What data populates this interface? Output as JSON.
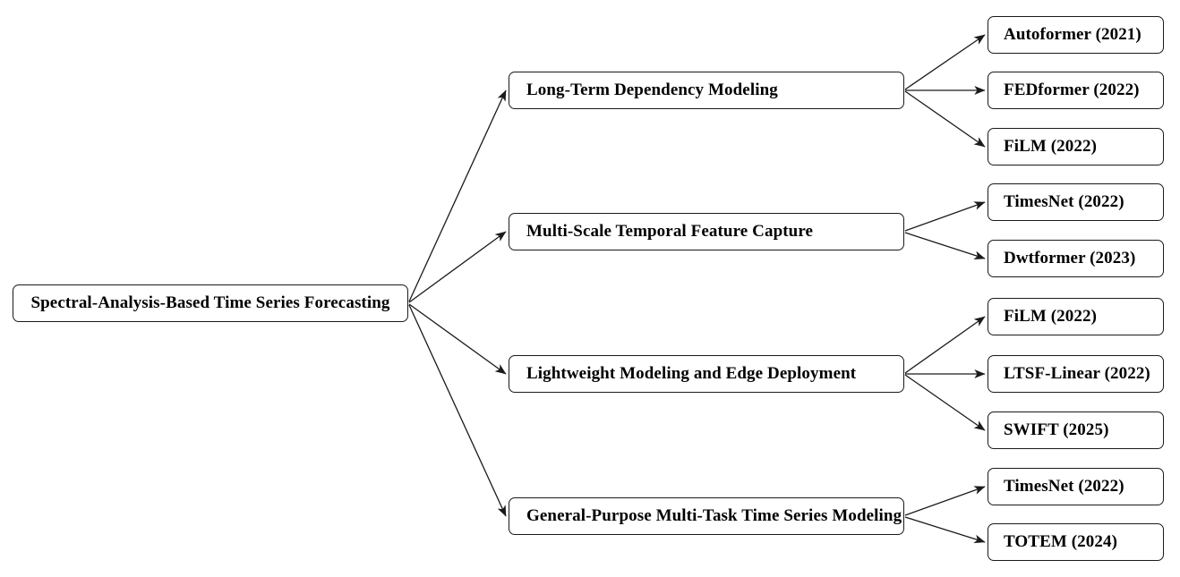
{
  "diagram": {
    "title": "Spectral-Analysis-Based Time Series Forecasting taxonomy",
    "root": {
      "label": "Spectral-Analysis-Based Time Series Forecasting"
    },
    "categories": [
      {
        "label": "Long-Term Dependency Modeling",
        "children": [
          {
            "label": "Autoformer (2021)"
          },
          {
            "label": "FEDformer (2022)"
          },
          {
            "label": "FiLM (2022)"
          }
        ]
      },
      {
        "label": "Multi-Scale Temporal Feature Capture",
        "children": [
          {
            "label": "TimesNet (2022)"
          },
          {
            "label": "Dwtformer (2023)"
          }
        ]
      },
      {
        "label": "Lightweight Modeling and Edge Deployment",
        "children": [
          {
            "label": "FiLM (2022)"
          },
          {
            "label": "LTSF-Linear (2022)"
          },
          {
            "label": "SWIFT (2025)"
          }
        ]
      },
      {
        "label": "General-Purpose Multi-Task Time Series Modeling",
        "children": [
          {
            "label": "TimesNet (2022)"
          },
          {
            "label": "TOTEM (2024)"
          }
        ]
      }
    ],
    "colors": {
      "background": "#ffffff",
      "box_fill": "#ffffff",
      "stroke": "#1a1a1a",
      "text": "#000000"
    }
  }
}
